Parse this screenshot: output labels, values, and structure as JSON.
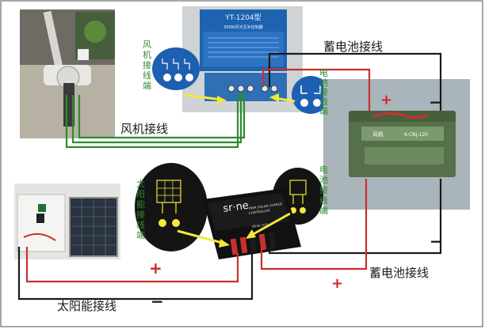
{
  "labels": {
    "battery_top": "蓄电池接线",
    "battery_bottom": "蓄电池接线",
    "wind_wiring": "风机接线",
    "solar_wiring": "太阳能接线",
    "wind_terminal_vertical": [
      "风",
      "机",
      "接",
      "线",
      "端"
    ],
    "battery_terminal_vertical_top": [
      "电",
      "池",
      "接",
      "线",
      "端"
    ],
    "solar_terminal_vertical": [
      "太",
      "阳",
      "能",
      "接",
      "线",
      "端"
    ],
    "battery_terminal_vertical_bottom": [
      "电",
      "池",
      "接",
      "线",
      "端"
    ]
  },
  "polarity": {
    "plus": "+",
    "minus": "−"
  },
  "wind_controller": {
    "model": "YT-1204型",
    "subtitle": "300W风光互补控制器"
  },
  "solar_controller": {
    "brand": "sr·ne",
    "line1": "PWM SOLAR CHARGE",
    "line2": "CONTROLLER",
    "model": "SR-BL-010"
  },
  "battery": {
    "brand": "风帆",
    "model": "6-CNJ-120"
  },
  "colors": {
    "wire_black": "#1a1a1a",
    "wire_red": "#c9302c",
    "wire_green": "#2e8b2e",
    "label_red": "#d42323",
    "battery_body": "#55704a",
    "arrow_yellow": "#f4e83a",
    "controller_blue": "#1d63b0"
  }
}
